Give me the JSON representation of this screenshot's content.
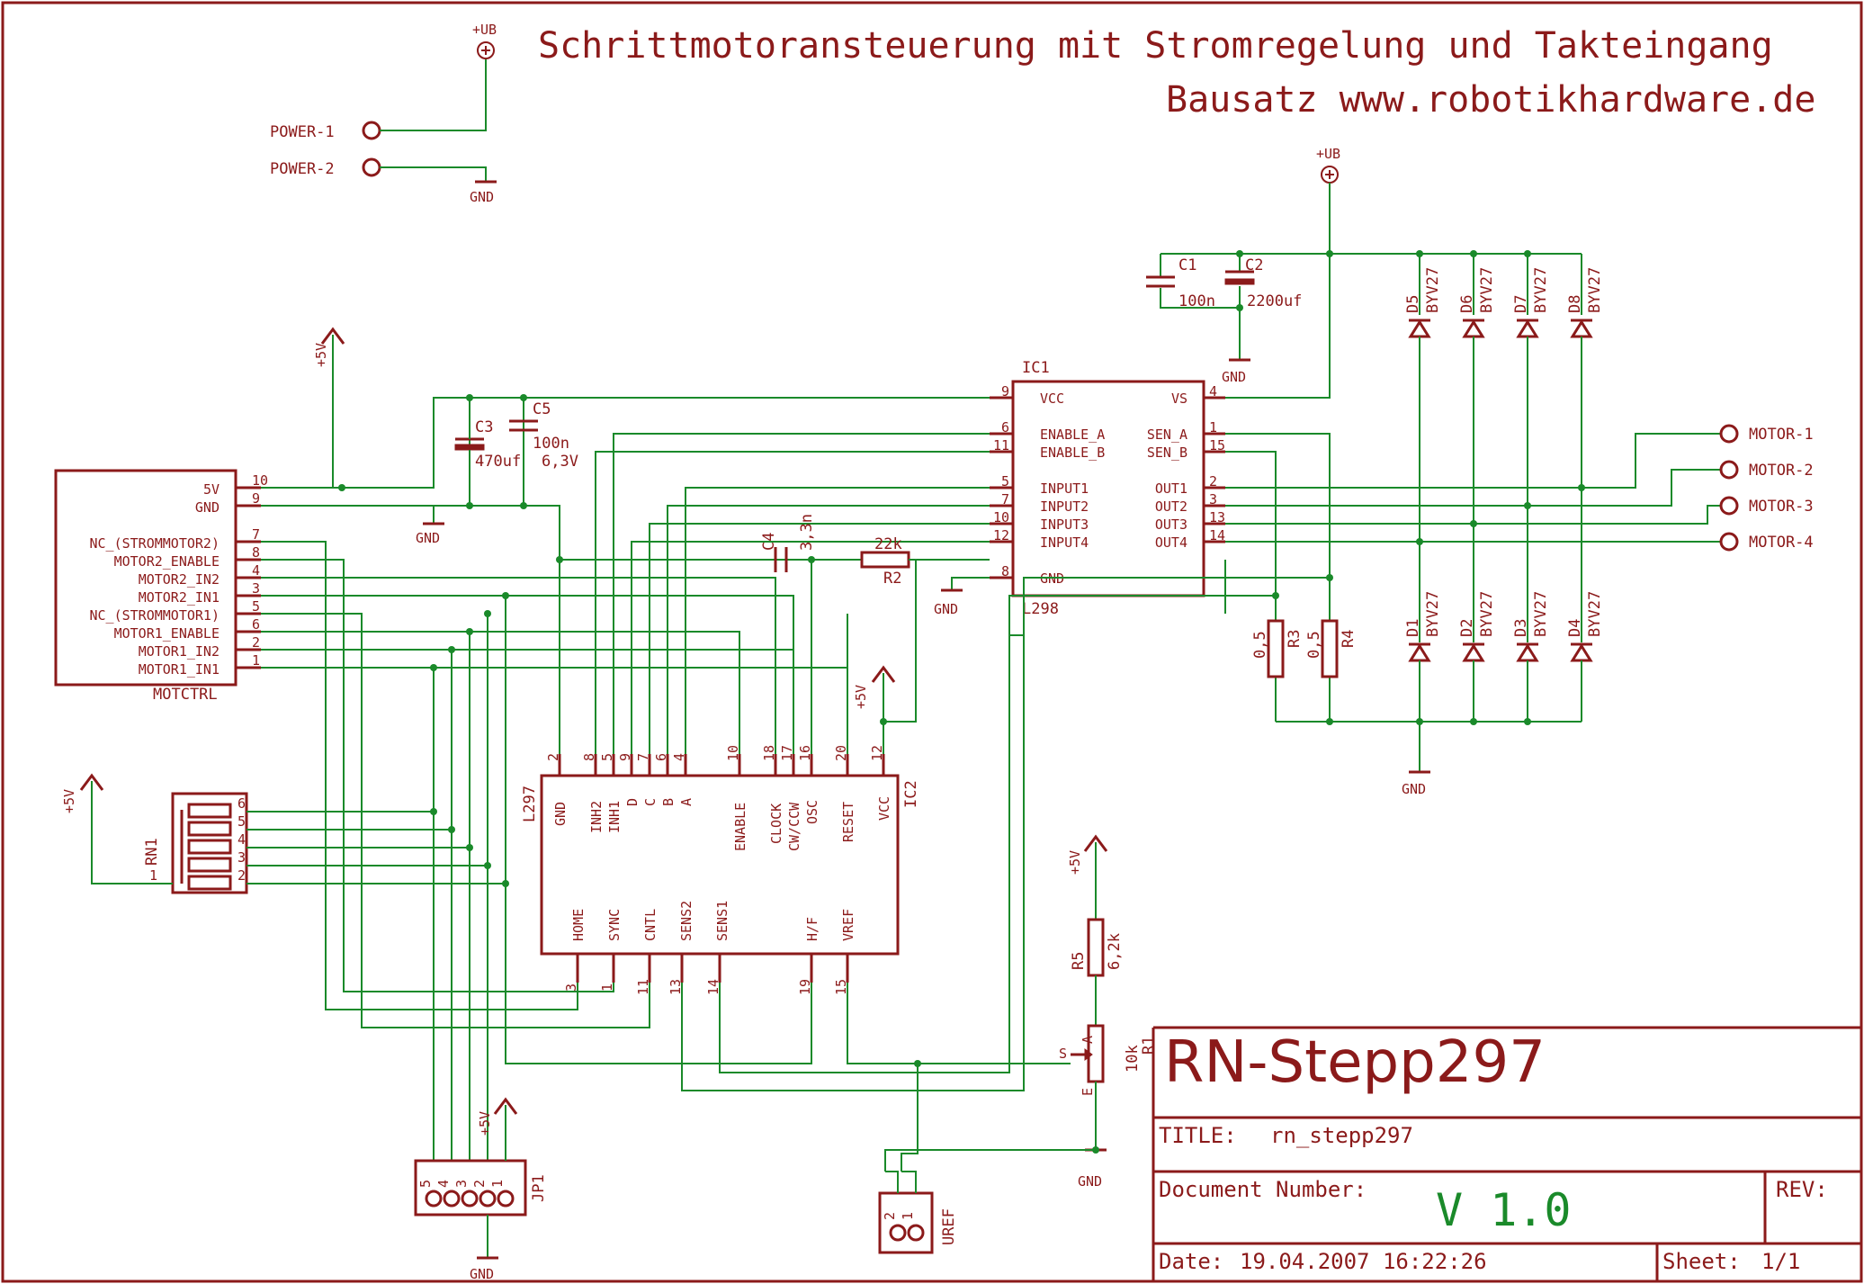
{
  "header": {
    "title": "Schrittmotoransteuerung mit Stromregelung und Takteingang",
    "subtitle": "Bausatz www.robotikhardware.de"
  },
  "supply_labels": {
    "ub": "+UB",
    "gnd": "GND",
    "v5": "+5V",
    "power1": "POWER-1",
    "power2": "POWER-2"
  },
  "motctrl": {
    "name": "MOTCTRL",
    "pins": [
      {
        "label": "5V",
        "num": "10"
      },
      {
        "label": "GND",
        "num": "9"
      },
      {
        "label": "NC_(STROMMOTOR2)",
        "num": "7"
      },
      {
        "label": "MOTOR2_ENABLE",
        "num": "8"
      },
      {
        "label": "MOTOR2_IN2",
        "num": "4"
      },
      {
        "label": "MOTOR2_IN1",
        "num": "3"
      },
      {
        "label": "NC_(STROMMOTOR1)",
        "num": "5"
      },
      {
        "label": "MOTOR1_ENABLE",
        "num": "6"
      },
      {
        "label": "MOTOR1_IN2",
        "num": "2"
      },
      {
        "label": "MOTOR1_IN1",
        "num": "1"
      }
    ]
  },
  "capacitors": {
    "c1": {
      "name": "C1",
      "value": "100n"
    },
    "c2": {
      "name": "C2",
      "value": "2200uf"
    },
    "c3": {
      "name": "C3",
      "value": "470uf"
    },
    "c5": {
      "name": "C5",
      "value": "100n",
      "rating": "6,3V"
    },
    "c4": {
      "name": "C4",
      "value": "3,3n"
    }
  },
  "resistors": {
    "r2": {
      "name": "R2",
      "value": "22k"
    },
    "r3": {
      "name": "R3",
      "value": "0,5"
    },
    "r4": {
      "name": "R4",
      "value": "0,5"
    },
    "r5": {
      "name": "R5",
      "value": "6,2k"
    },
    "r1": {
      "name": "R1",
      "value": "10k"
    },
    "rn1": {
      "name": "RN1"
    }
  },
  "ic1": {
    "name": "IC1",
    "part": "L298",
    "left": [
      {
        "num": "9",
        "label": "VCC"
      },
      {
        "num": "6",
        "label": "ENABLE_A"
      },
      {
        "num": "11",
        "label": "ENABLE_B"
      },
      {
        "num": "5",
        "label": "INPUT1"
      },
      {
        "num": "7",
        "label": "INPUT2"
      },
      {
        "num": "10",
        "label": "INPUT3"
      },
      {
        "num": "12",
        "label": "INPUT4"
      },
      {
        "num": "8",
        "label": "GND"
      }
    ],
    "right": [
      {
        "num": "4",
        "label": "VS"
      },
      {
        "num": "1",
        "label": "SEN_A"
      },
      {
        "num": "15",
        "label": "SEN_B"
      },
      {
        "num": "2",
        "label": "OUT1"
      },
      {
        "num": "3",
        "label": "OUT2"
      },
      {
        "num": "13",
        "label": "OUT3"
      },
      {
        "num": "14",
        "label": "OUT4"
      }
    ]
  },
  "ic2": {
    "name": "IC2",
    "part": "L297",
    "top": [
      {
        "num": "2",
        "label": "GND"
      },
      {
        "num": "8",
        "label": "INH2"
      },
      {
        "num": "5",
        "label": "INH1"
      },
      {
        "num": "9",
        "label": "D"
      },
      {
        "num": "7",
        "label": "C"
      },
      {
        "num": "6",
        "label": "B"
      },
      {
        "num": "4",
        "label": "A"
      },
      {
        "num": "10",
        "label": "ENABLE"
      },
      {
        "num": "18",
        "label": "CLOCK"
      },
      {
        "num": "17",
        "label": "CW/CCW"
      },
      {
        "num": "16",
        "label": "OSC"
      },
      {
        "num": "20",
        "label": "RESET"
      },
      {
        "num": "12",
        "label": "VCC"
      }
    ],
    "bottom": [
      {
        "num": "3",
        "label": "HOME"
      },
      {
        "num": "1",
        "label": "SYNC"
      },
      {
        "num": "11",
        "label": "CNTL"
      },
      {
        "num": "13",
        "label": "SENS2"
      },
      {
        "num": "14",
        "label": "SENS1"
      },
      {
        "num": "19",
        "label": "H/F"
      },
      {
        "num": "15",
        "label": "VREF"
      }
    ]
  },
  "diodes": {
    "part": "BYV27",
    "top": [
      "D5",
      "D6",
      "D7",
      "D8"
    ],
    "bottom": [
      "D1",
      "D2",
      "D3",
      "D4"
    ]
  },
  "motor_terms": [
    "MOTOR-1",
    "MOTOR-2",
    "MOTOR-3",
    "MOTOR-4"
  ],
  "rn1_pins": [
    "6",
    "5",
    "4",
    "3",
    "2",
    "1"
  ],
  "jp1": {
    "name": "JP1",
    "pins": [
      "5",
      "4",
      "3",
      "2",
      "1"
    ]
  },
  "uref": {
    "name": "UREF",
    "pins": [
      "2",
      "1"
    ]
  },
  "pot_pins": {
    "s": "S",
    "a": "A",
    "e": "E"
  },
  "titleblock": {
    "name": "RN-Stepp297",
    "title_label": "TITLE:",
    "title_value": "rn_stepp297",
    "docnum_label": "Document Number:",
    "version": "V 1.0",
    "rev_label": "REV:",
    "date_label": "Date:",
    "date_value": "19.04.2007 16:22:26",
    "sheet_label": "Sheet:",
    "sheet_value": "1/1"
  },
  "colors": {
    "part": "#8b1a1a",
    "wire": "#1a8a2a",
    "version": "#1a8a2a"
  }
}
